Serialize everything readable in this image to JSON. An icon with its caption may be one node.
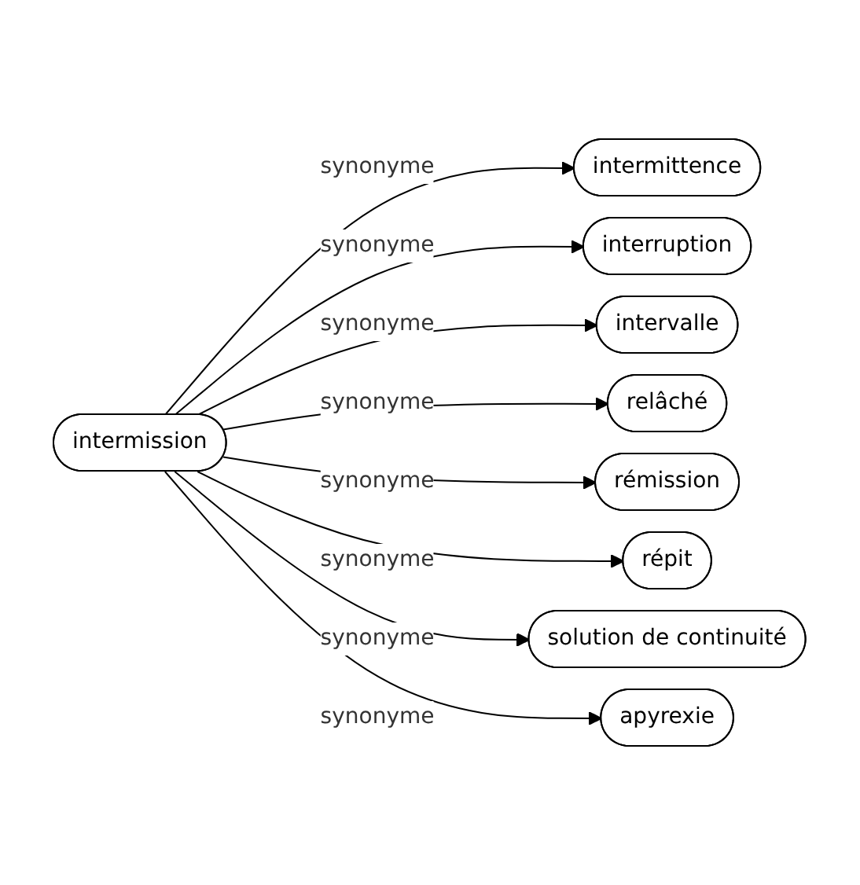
{
  "diagram": {
    "nodes": [
      {
        "text": [
          "intermission"
        ]
      },
      {
        "text": [
          "intermittence"
        ]
      },
      {
        "text": [
          "interruption"
        ]
      },
      {
        "text": [
          "intervalle"
        ]
      },
      {
        "text": [
          "relâché"
        ]
      },
      {
        "text": [
          "rémission"
        ]
      },
      {
        "text": [
          "répit"
        ]
      },
      {
        "text": [
          "solution de continuité"
        ]
      },
      {
        "text": [
          "apyrexie"
        ]
      }
    ],
    "edges": [
      {
        "from": 0,
        "to": 1,
        "arrow": "to",
        "label": "synonyme"
      },
      {
        "from": 0,
        "to": 2,
        "arrow": "to",
        "label": "synonyme"
      },
      {
        "from": 0,
        "to": 3,
        "arrow": "to",
        "label": "synonyme"
      },
      {
        "from": 0,
        "to": 4,
        "arrow": "to",
        "label": "synonyme"
      },
      {
        "from": 0,
        "to": 5,
        "arrow": "to",
        "label": "synonyme"
      },
      {
        "from": 0,
        "to": 6,
        "arrow": "to",
        "label": "synonyme"
      },
      {
        "from": 0,
        "to": 7,
        "arrow": "to",
        "label": "synonyme"
      },
      {
        "from": 0,
        "to": 8,
        "arrow": "to",
        "label": "synonyme"
      }
    ]
  }
}
